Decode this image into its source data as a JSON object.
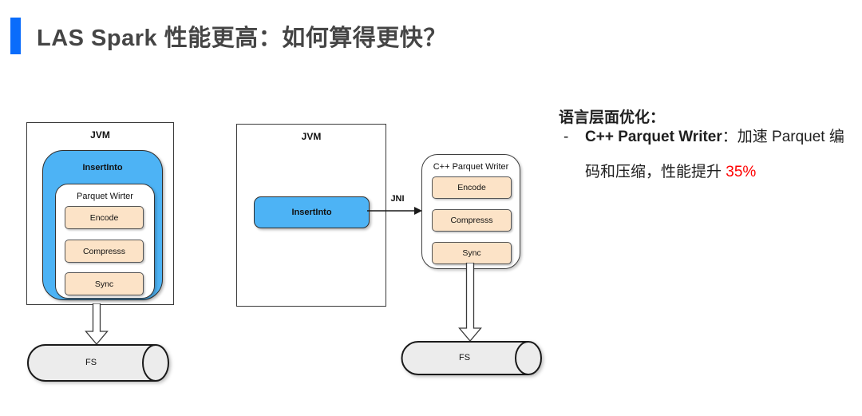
{
  "colors": {
    "accent_blue": "#0a6cfb",
    "insertinto_blue": "#4db3f5",
    "step_peach": "#fce3c7",
    "highlight_red": "#ff0000"
  },
  "title": {
    "text": "LAS Spark 性能更高：如何算得更快？"
  },
  "diagram": {
    "left": {
      "jvm_label": "JVM",
      "insertinto_label": "InsertInto",
      "writer_label": "Parquet Wirter",
      "steps": [
        "Encode",
        "Compresss",
        "Sync"
      ],
      "fs_label": "FS"
    },
    "right": {
      "jvm_label": "JVM",
      "insertinto_label": "InsertInto",
      "jni_label": "JNI",
      "writer_label": "C++ Parquet Writer",
      "steps": [
        "Encode",
        "Compresss",
        "Sync"
      ],
      "fs_label": "FS"
    }
  },
  "notes": {
    "heading": "语言层面优化：",
    "bullet": {
      "dash": "-",
      "bold_text": "C++ Parquet Writer",
      "body_text": "：加速 Parquet 编码和压缩，性能提升 ",
      "highlight_text": "35%"
    }
  }
}
